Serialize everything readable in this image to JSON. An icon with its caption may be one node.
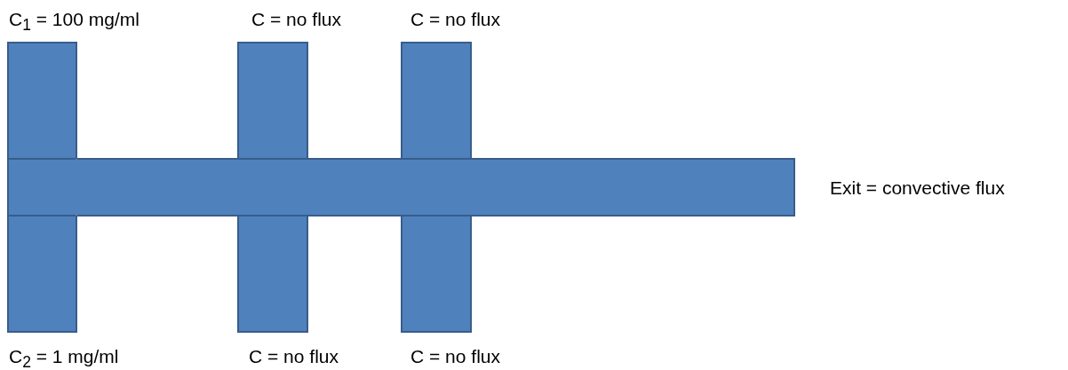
{
  "diagram": {
    "labels": [
      "C$_{1}$ = 100 mg/ml",
      "C = no flux",
      "C = no flux",
      "Exit = convective flux",
      "C$_{2}$ = 1 mg/ml",
      "C = no flux",
      "C = no flux"
    ]
  }
}
